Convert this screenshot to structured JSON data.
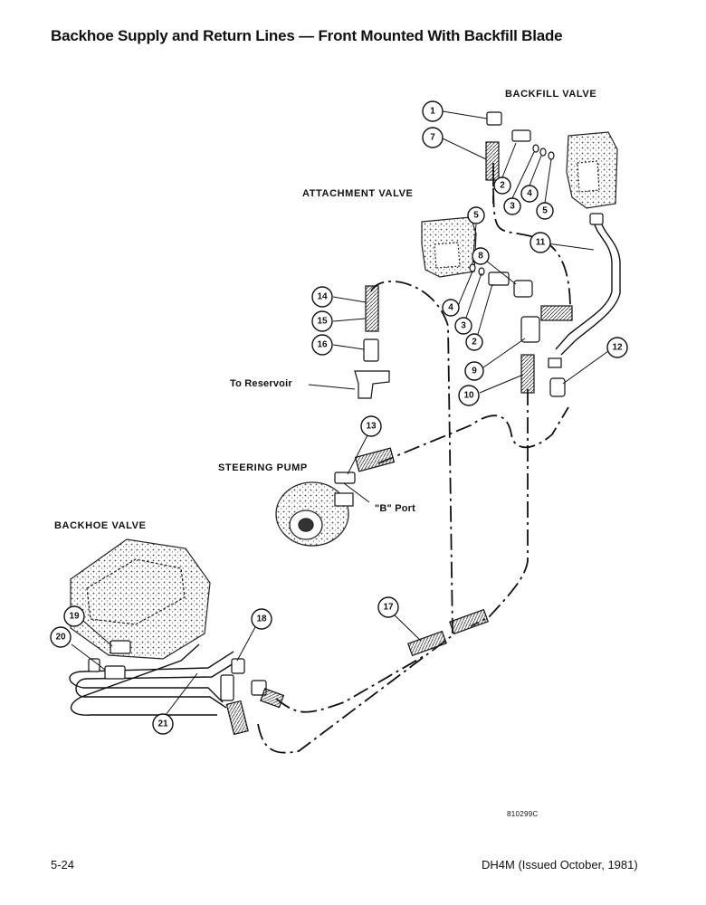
{
  "title": "Backhoe Supply and Return Lines — Front Mounted With Backfill Blade",
  "labels": {
    "backfill_valve": "BACKFILL VALVE",
    "attachment_valve": "ATTACHMENT VALVE",
    "steering_pump": "STEERING PUMP",
    "backhoe_valve": "BACKHOE VALVE",
    "to_reservoir": "To Reservoir",
    "b_port": "\"B\" Port"
  },
  "callouts": [
    "1",
    "7",
    "2",
    "3",
    "4",
    "5",
    "11",
    "5",
    "8",
    "14",
    "15",
    "16",
    "4",
    "3",
    "2",
    "9",
    "10",
    "12",
    "13",
    "17",
    "18",
    "19",
    "20",
    "21"
  ],
  "figure_code": "810299C",
  "footer": {
    "page": "5-24",
    "doc": "DH4M (Issued October, 1981)"
  }
}
